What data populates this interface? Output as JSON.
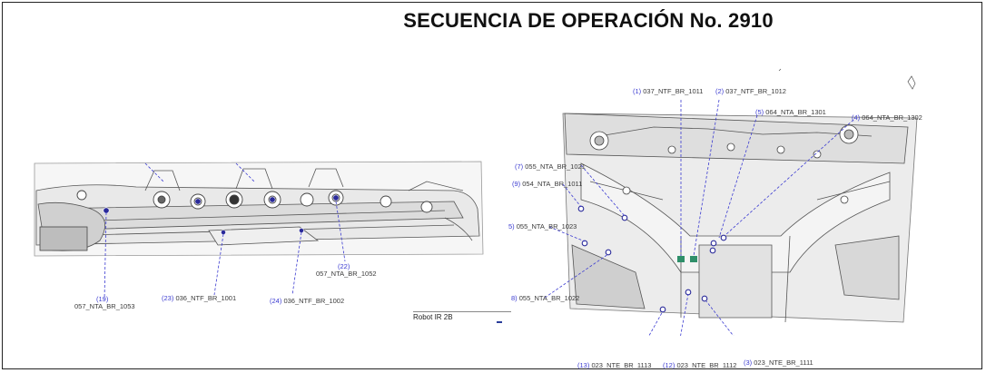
{
  "title": "SECUENCIA DE OPERACIÓN No. 2910",
  "robot_label": "Robot  IR 2B",
  "colors": {
    "callout": "#3b3bd1",
    "point": "#2a2a9a",
    "accent_green": "#2f8f6a"
  },
  "left_callouts": [
    {
      "num": "(19)",
      "code": "057_NTA_BR_1053"
    },
    {
      "num": "(23)",
      "code": "036_NTF_BR_1001"
    },
    {
      "num": "(24)",
      "code": "036_NTF_BR_1002"
    },
    {
      "num": "(22)",
      "code": "057_NTA_BR_1052"
    }
  ],
  "right_callouts": [
    {
      "num": "(1)",
      "code": "037_NTF_BR_1011"
    },
    {
      "num": "(2)",
      "code": "037_NTF_BR_1012"
    },
    {
      "num": "(5)",
      "code": "064_NTA_BR_1301"
    },
    {
      "num": "(4)",
      "code": "064_NTA_BR_1302"
    },
    {
      "num": "(7)",
      "code": "055_NTA_BR_1021"
    },
    {
      "num": "(9)",
      "code": "054_NTA_BR_1011"
    },
    {
      "num": "5)",
      "code": "055_NTA_BR_1023"
    },
    {
      "num": "8)",
      "code": "055_NTA_BR_1022"
    },
    {
      "num": "(13)",
      "code": "023_NTE_BR_1113"
    },
    {
      "num": "(12)",
      "code": "023_NTE_BR_1112"
    },
    {
      "num": "(3)",
      "code": "023_NTE_BR_1111"
    }
  ]
}
